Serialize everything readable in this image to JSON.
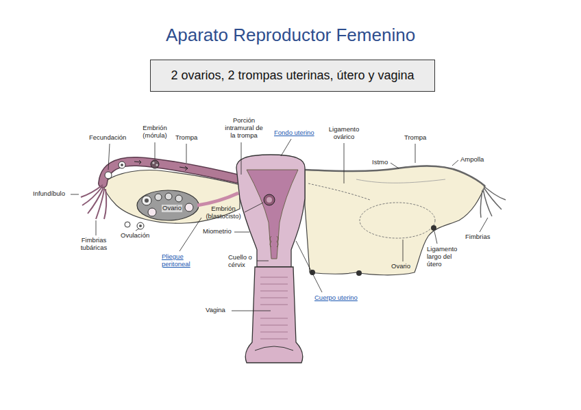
{
  "diagram": {
    "title": "Aparato Reproductor Femenino",
    "nodes": [
      {
        "text": [
          "2 ovarios, 2 trompas uterinas, útero y vagina"
        ]
      }
    ],
    "labels": [
      "Fecundación",
      "Embrión (mórula)",
      "Trompa",
      "Porción intramural de la trompa",
      "Fondo uterino",
      "Ligamento ovárico",
      "Trompa",
      "Istmo",
      "Ampolla",
      "Infundíbulo",
      "Ovario",
      "Embrión (blastocisto)",
      "Miometrio",
      "Ovulación",
      "Fimbrias tubáricas",
      "Pliegue peritoneal",
      "Cuello o cérvix",
      "Ovario",
      "Ligamento largo del útero",
      "Fimbrias",
      "Cuerpo uterino",
      "Vagina"
    ]
  }
}
